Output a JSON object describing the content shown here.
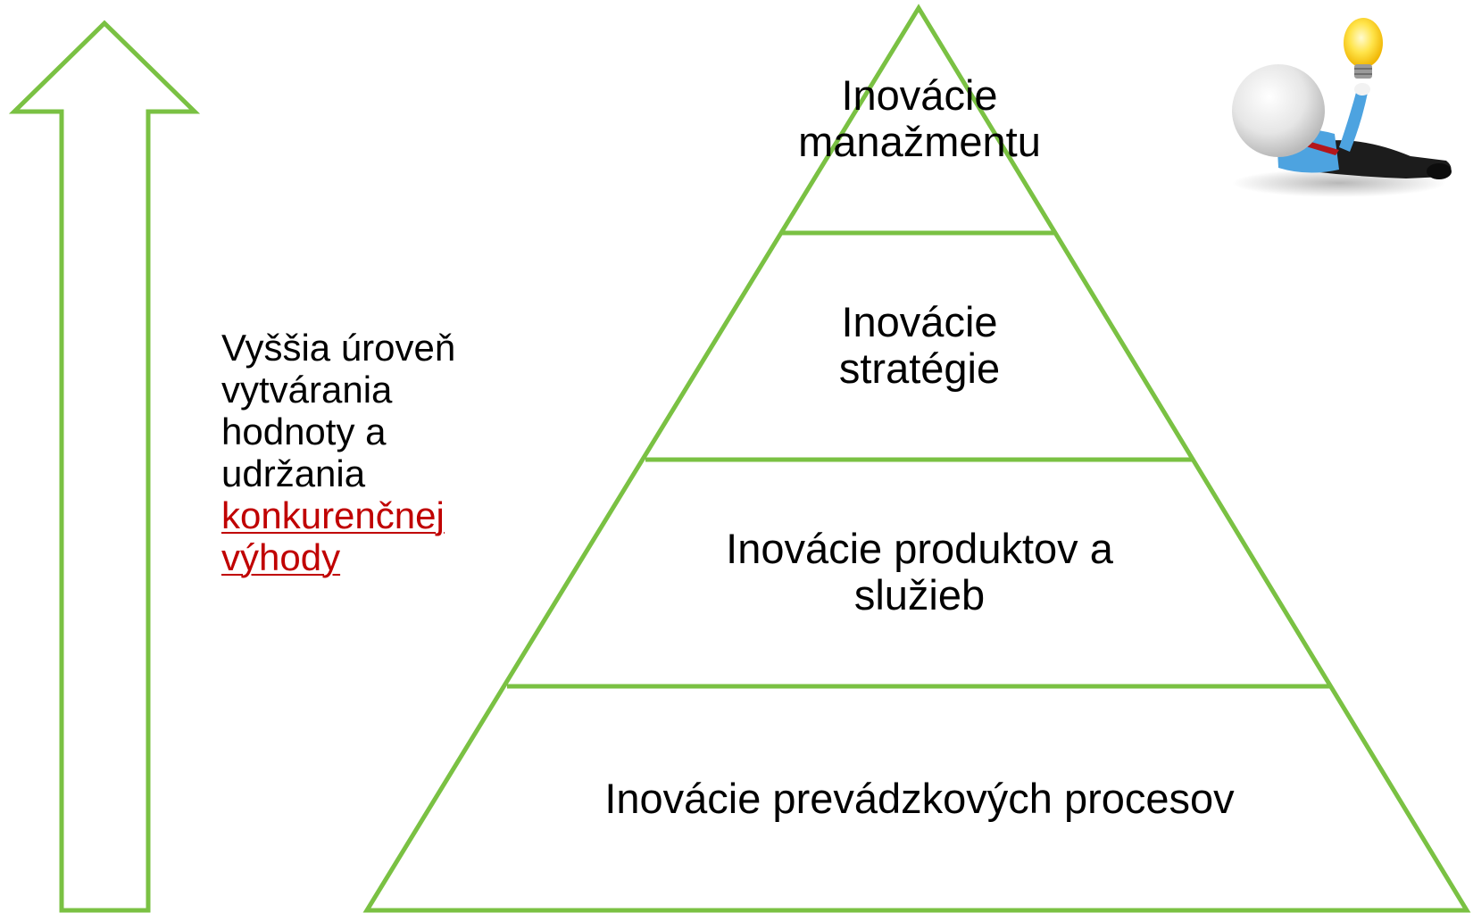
{
  "colors": {
    "outline": "#7ac143",
    "text": "#000000",
    "link": "#c00000"
  },
  "side_text": {
    "lines": [
      "Vyššia úroveň",
      "vytvárania",
      "hodnoty a",
      "udržania"
    ],
    "link_lines": [
      "konkurenčnej",
      "výhody"
    ]
  },
  "pyramid": {
    "levels": [
      {
        "lines": [
          "Inovácie",
          "manažmentu"
        ]
      },
      {
        "lines": [
          "Inovácie",
          "stratégie"
        ]
      },
      {
        "lines": [
          "Inovácie produktov a",
          "služieb"
        ]
      },
      {
        "lines": [
          "Inovácie prevádzkových procesov"
        ]
      }
    ]
  },
  "illustration": {
    "icon": "idea-person-lightbulb-icon"
  }
}
